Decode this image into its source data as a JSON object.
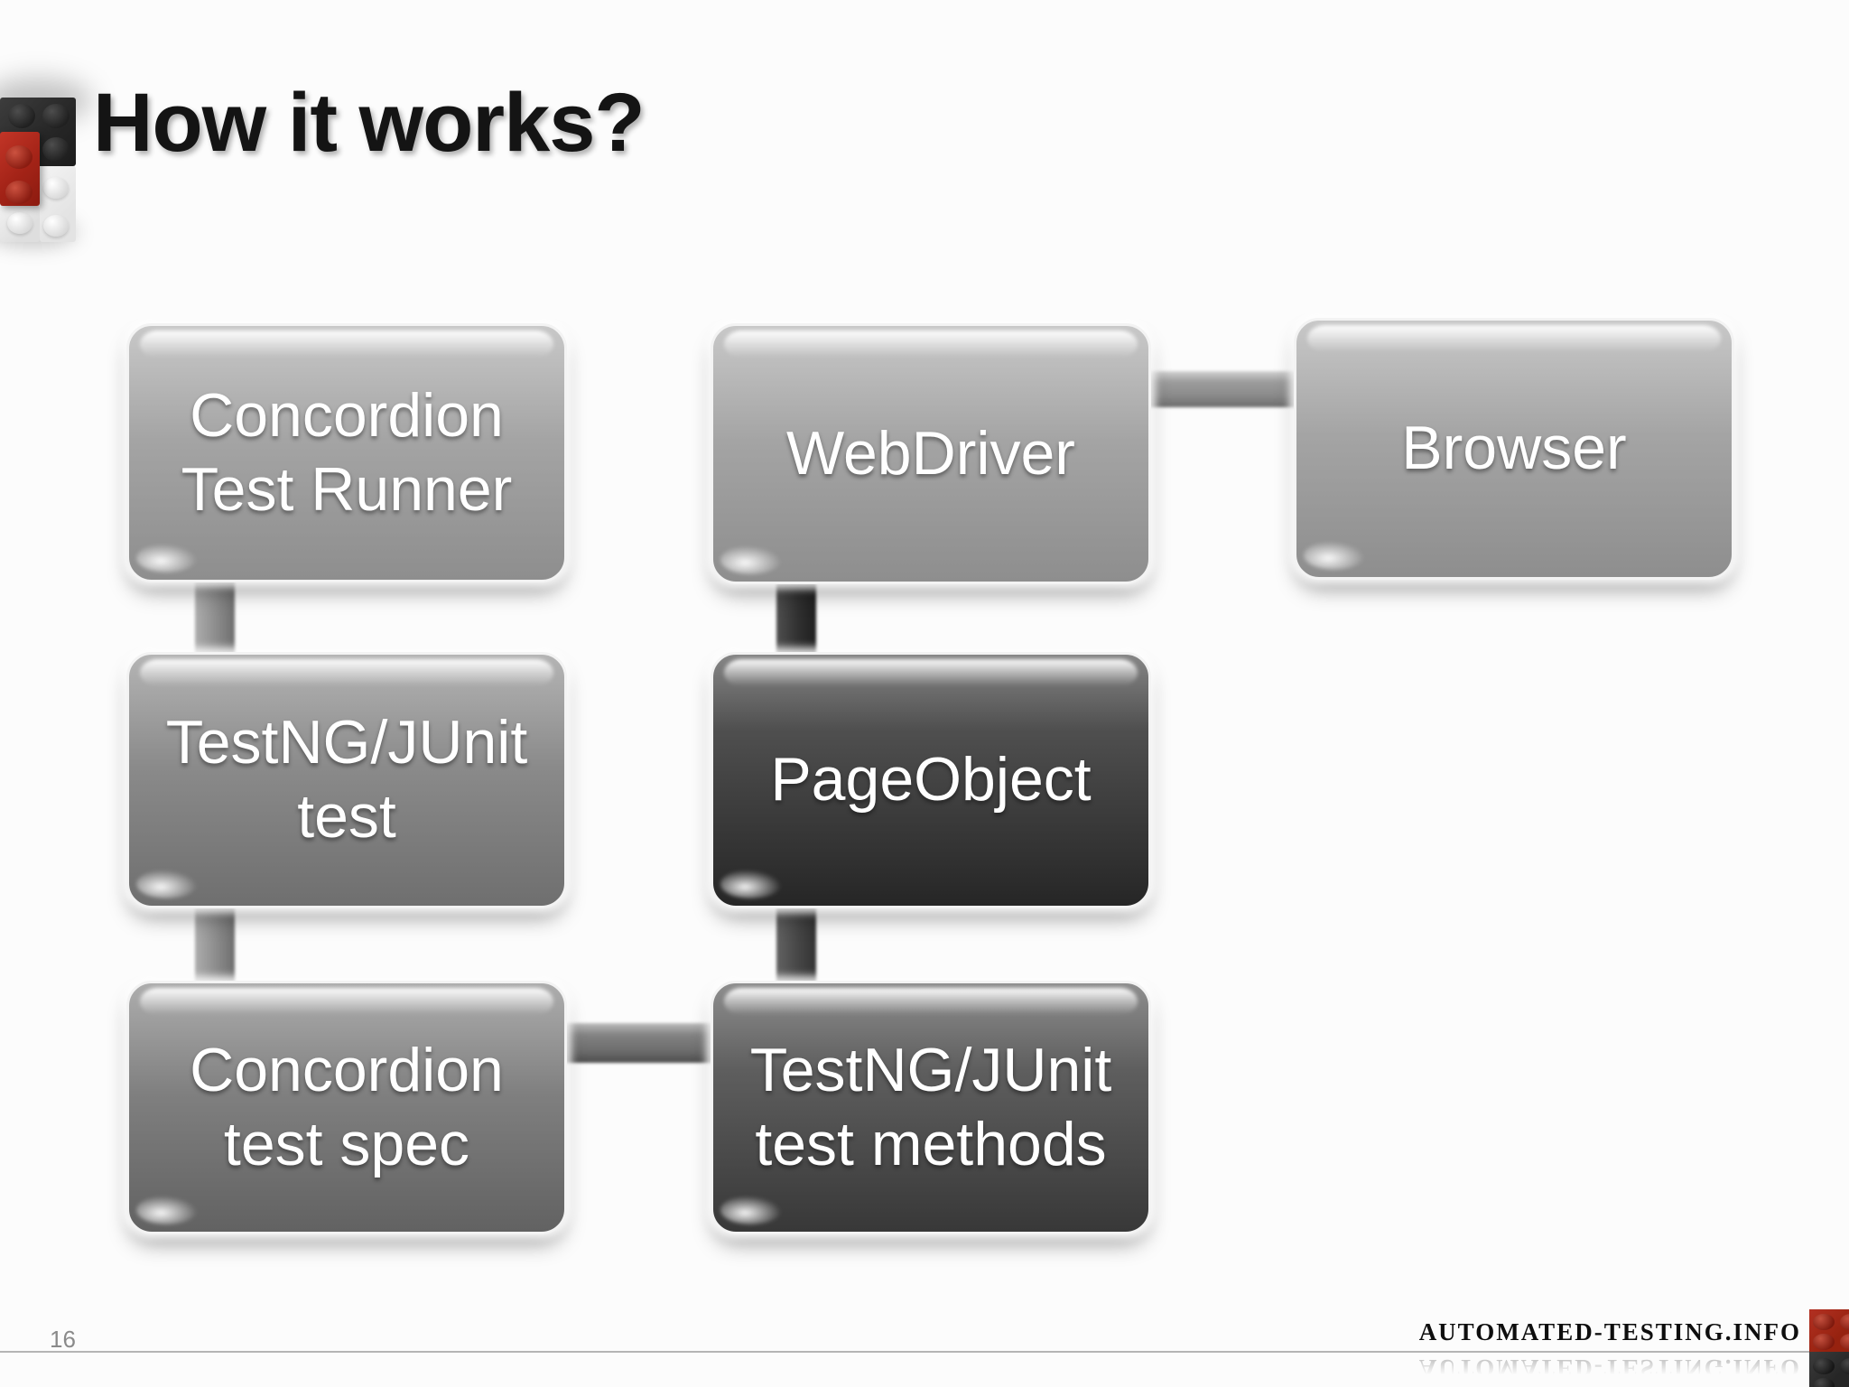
{
  "slide": {
    "title": "How it works?",
    "page_number": "16",
    "footer_brand": "AUTOMATED-TESTING.INFO"
  },
  "diagram": {
    "boxes": [
      {
        "id": "concordion-test-runner",
        "label": "Concordion Test Runner",
        "tone": "light"
      },
      {
        "id": "testng-junit-test",
        "label": "TestNG/JUnit test",
        "tone": "medium"
      },
      {
        "id": "concordion-test-spec",
        "label": "Concordion test spec",
        "tone": "medium-dark"
      },
      {
        "id": "webdriver",
        "label": "WebDriver",
        "tone": "light"
      },
      {
        "id": "pageobject",
        "label": "PageObject",
        "tone": "darkest"
      },
      {
        "id": "testng-junit-test-methods",
        "label": "TestNG/JUnit test methods",
        "tone": "dark"
      },
      {
        "id": "browser",
        "label": "Browser",
        "tone": "light"
      }
    ],
    "connections": [
      {
        "from": "Concordion Test Runner",
        "to": "TestNG/JUnit test",
        "orientation": "vertical"
      },
      {
        "from": "TestNG/JUnit test",
        "to": "Concordion test spec",
        "orientation": "vertical"
      },
      {
        "from": "Concordion test spec",
        "to": "TestNG/JUnit test methods",
        "orientation": "horizontal"
      },
      {
        "from": "TestNG/JUnit test methods",
        "to": "PageObject",
        "orientation": "vertical"
      },
      {
        "from": "PageObject",
        "to": "WebDriver",
        "orientation": "vertical"
      },
      {
        "from": "WebDriver",
        "to": "Browser",
        "orientation": "horizontal"
      }
    ]
  },
  "colors": {
    "background": "#fcfcfc",
    "title_text": "#141414",
    "box_text": "#ffffff",
    "accent_red": "#b5281e",
    "footer_line": "#b5b5b5",
    "page_number_text": "#8a8a8a",
    "footer_brand_text": "#0e0e0e"
  }
}
